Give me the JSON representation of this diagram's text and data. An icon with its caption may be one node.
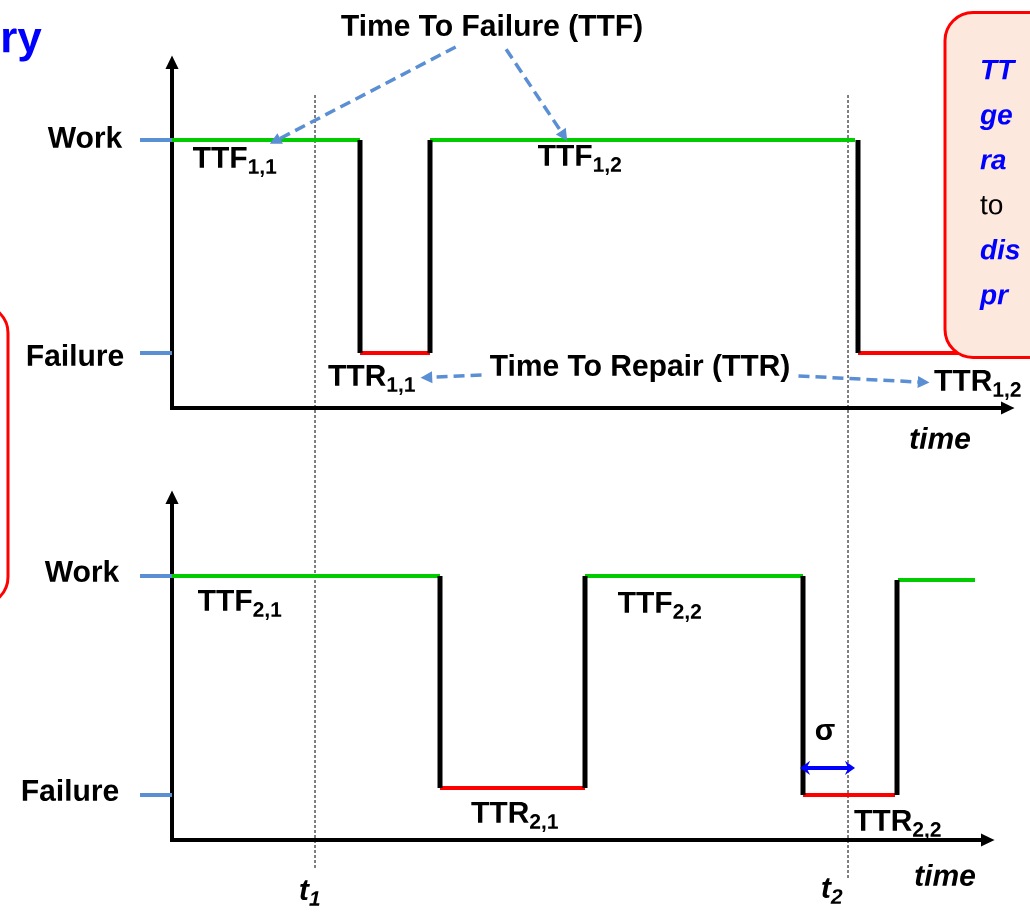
{
  "diagram": {
    "title": "ry",
    "nodes": [
      {
        "text": [
          "Time To Failure (TTF)"
        ]
      },
      {
        "text": [
          "TTF$_{1,1}$"
        ]
      },
      {
        "text": [
          "TTF$_{1,2}$"
        ]
      },
      {
        "text": [
          "TT ge ra",
          "to",
          "dis pr"
        ]
      },
      {
        "text": [],
        "shape": "box"
      },
      {
        "text": [
          "TTR$_{1,1}$"
        ]
      },
      {
        "text": [
          "Time To Repair (TTR)"
        ]
      },
      {
        "text": [
          "TTR$_{1,2}$"
        ]
      }
    ],
    "edges": [
      {
        "from": 0,
        "to": 1,
        "arrow": "to",
        "style": "dashed"
      },
      {
        "from": 0,
        "to": 2,
        "arrow": "to",
        "style": "dashed"
      },
      {
        "from": 6,
        "to": 5,
        "arrow": "to",
        "style": "dashed"
      },
      {
        "from": 6,
        "to": 7,
        "arrow": "to",
        "style": "dashed"
      }
    ],
    "labels": [
      "Work",
      "Failure",
      "time",
      "Work",
      "TTF$_{2,1}$",
      "TTF$_{2,2}$",
      "σ",
      "Failure",
      "TTR$_{2,1}$",
      "TTR$_{2,2}$",
      "time",
      "t$_{1}$",
      "t$_{2}$"
    ]
  }
}
